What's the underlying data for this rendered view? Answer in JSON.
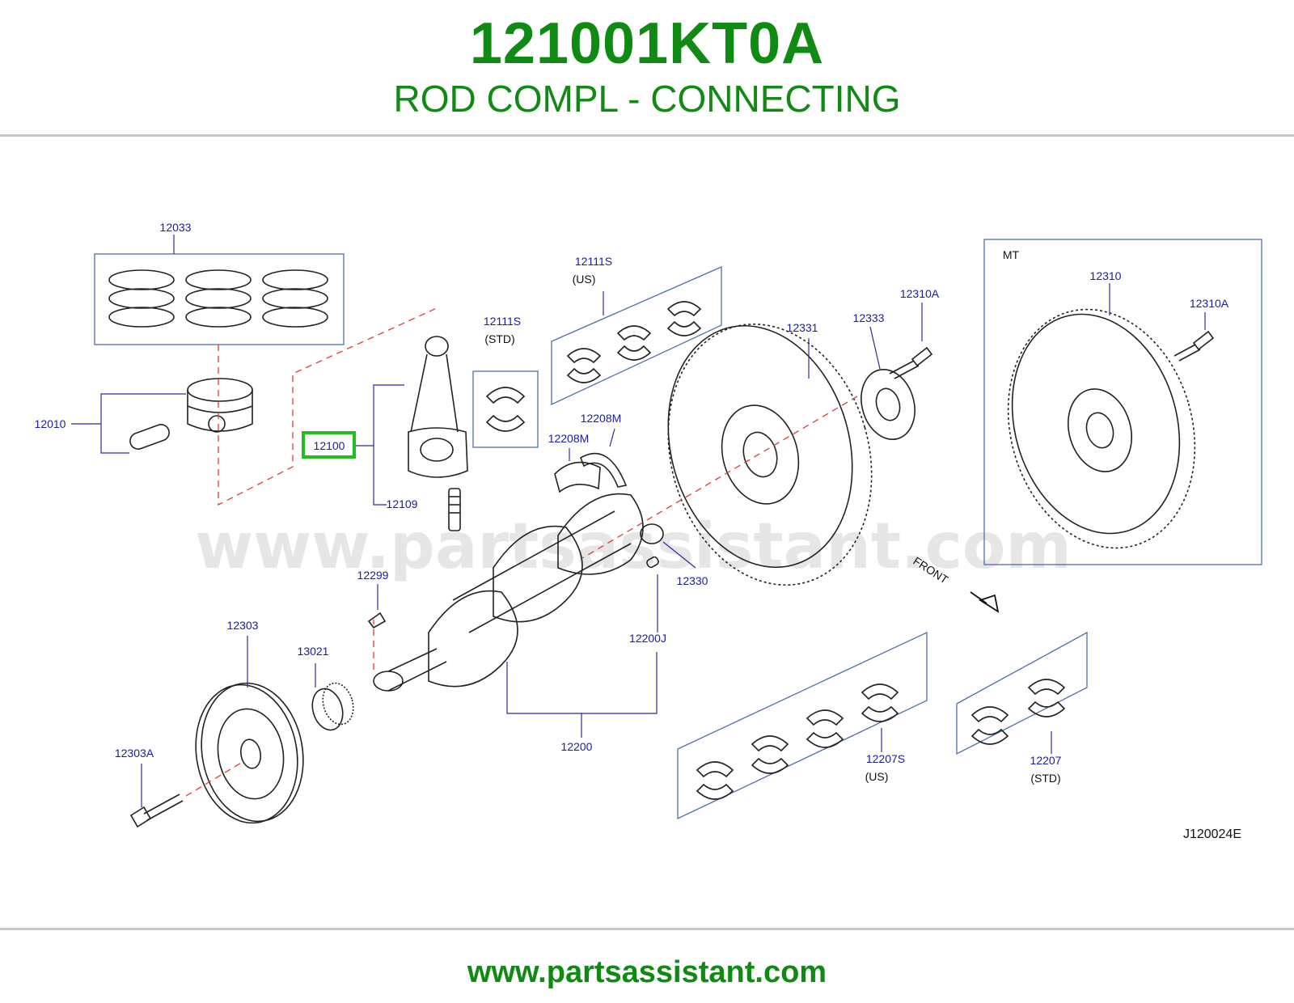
{
  "header": {
    "part_number": "121001KT0A",
    "part_name": "ROD COMPL - CONNECTING"
  },
  "diagram": {
    "watermark": "www.partsassistant.com",
    "highlighted_callout": "12100",
    "highlight_color": "#1fbf1f",
    "labels": {
      "p12033": "12033",
      "p12010": "12010",
      "p12100": "12100",
      "p12109": "12109",
      "p12111s_std": "12111S",
      "p12111s_std_note": "(STD)",
      "p12111s_us": "12111S",
      "p12111s_us_note": "(US)",
      "p12208m_a": "12208M",
      "p12208m_b": "12208M",
      "p12331": "12331",
      "p12333": "12333",
      "p12310a": "12310A",
      "mt": "MT",
      "p12310": "12310",
      "p12310a_mt": "12310A",
      "p12330": "12330",
      "p12200j": "12200J",
      "p12200": "12200",
      "p12299": "12299",
      "p12303": "12303",
      "p13021": "13021",
      "p12303a": "12303A",
      "front": "FRONT",
      "p12207s": "12207S",
      "p12207s_note": "(US)",
      "p12207": "12207",
      "p12207_note": "(STD)",
      "drawing_code": "J120024E"
    }
  },
  "footer": {
    "url": "www.partsassistant.com"
  },
  "colors": {
    "title_green": "#0f8a12",
    "callout_blue": "#1a1aa6",
    "leader_blue": "#2a2aa0",
    "guide_red": "#e03a3a"
  }
}
